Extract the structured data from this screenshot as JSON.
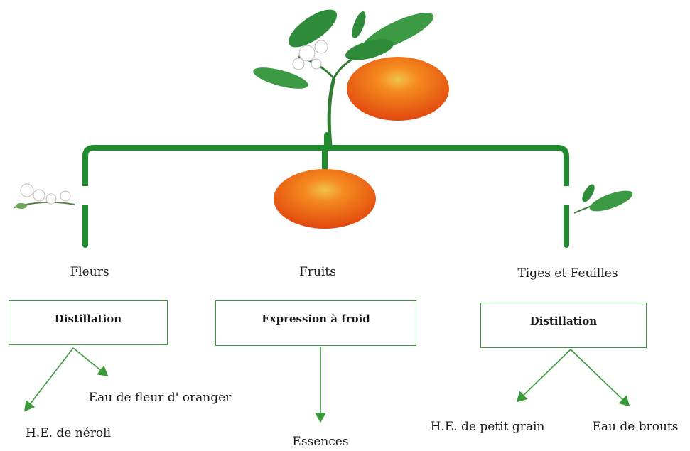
{
  "branches": {
    "left": {
      "category": "Fleurs",
      "process": "Distillation",
      "products": [
        "Eau de fleur d' oranger",
        "H.E. de néroli"
      ]
    },
    "center": {
      "category": "Fruits",
      "process": "Expression à froid",
      "products": [
        "Essences"
      ]
    },
    "right": {
      "category": "Tiges et Feuilles",
      "process": "Distillation",
      "products": [
        "H.E. de petit grain",
        "Eau de brouts"
      ]
    }
  },
  "colors": {
    "connector": "#1f8a2e",
    "arrow": "#3a9a3a",
    "box_border": "#3a9a3a",
    "orange": "#f05a14",
    "leaf": "#2e8b3a"
  }
}
